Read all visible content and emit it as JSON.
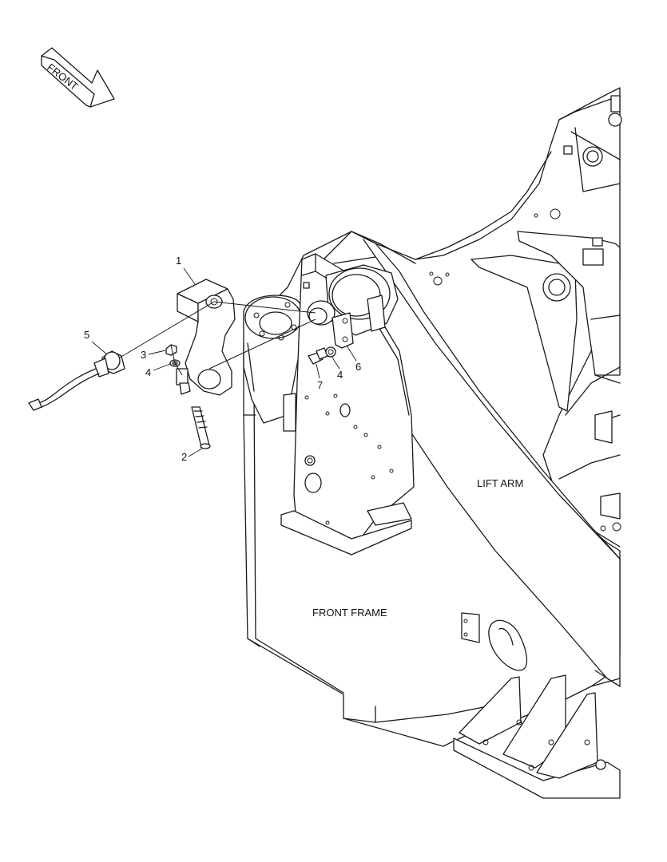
{
  "direction_arrow": {
    "label": "FRONT"
  },
  "regions": {
    "lift_arm": "LIFT ARM",
    "front_frame": "FRONT FRAME"
  },
  "callouts": [
    {
      "number": "1",
      "part": "bracket"
    },
    {
      "number": "2",
      "part": "bolt"
    },
    {
      "number": "3",
      "part": "nut"
    },
    {
      "number": "4",
      "part": "washer"
    },
    {
      "number": "4",
      "part": "washer"
    },
    {
      "number": "5",
      "part": "sensor"
    },
    {
      "number": "6",
      "part": "plate"
    },
    {
      "number": "7",
      "part": "bolt"
    }
  ]
}
